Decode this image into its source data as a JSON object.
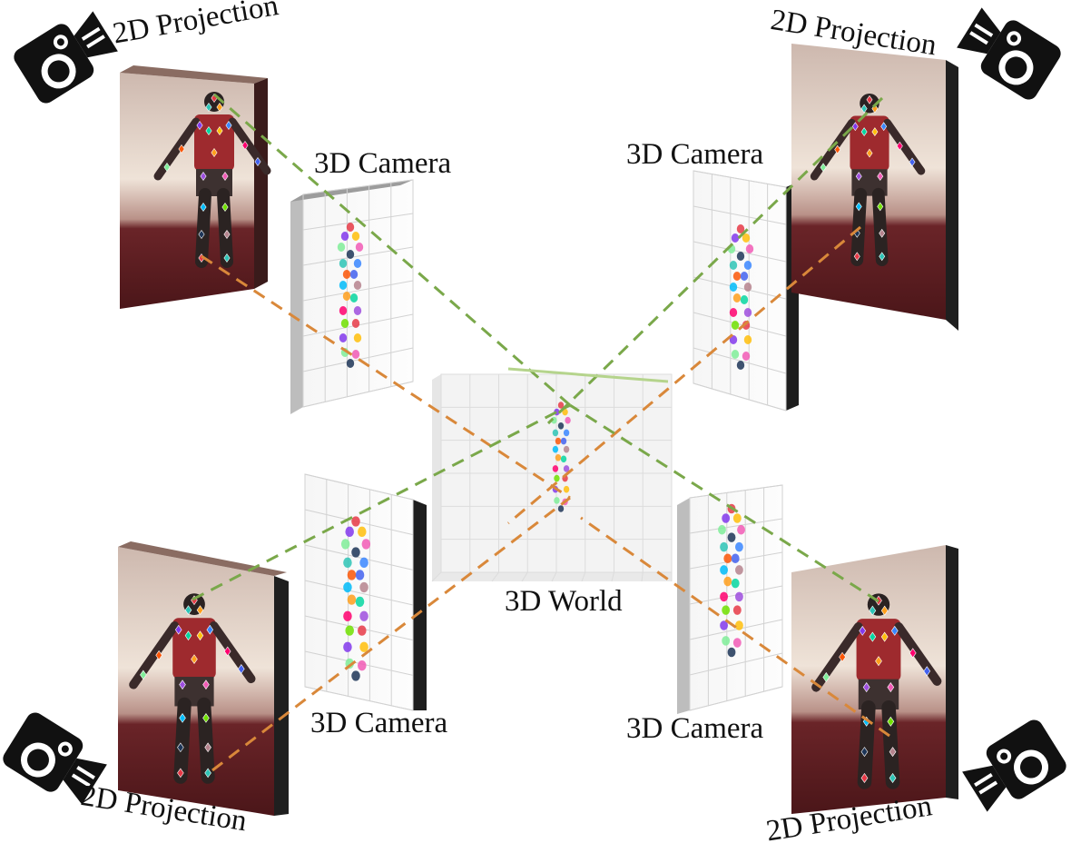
{
  "labels": {
    "projection_tl": "2D Projection",
    "projection_tr": "2D Projection",
    "projection_bl": "2D Projection",
    "projection_br": "2D Projection",
    "camera_tl": "3D Camera",
    "camera_tr": "3D Camera",
    "camera_bl": "3D Camera",
    "camera_br": "3D Camera",
    "world": "3D World"
  },
  "colors": {
    "line_green": "#7aa84a",
    "line_light_green": "#b5d48c",
    "line_orange": "#d9883a",
    "line_light_orange": "#f0b654",
    "image_floor": "#5a1f22",
    "image_wall": "#e8dcd0",
    "panel_edge": "#1e1e1e",
    "grid": "#d2d2d2"
  },
  "joint_palette": [
    "#e63946",
    "#2ec4b6",
    "#ff9f1c",
    "#8338ec",
    "#3a86ff",
    "#06d6a0",
    "#ffbe0b",
    "#fb5607",
    "#ff006e",
    "#80ed99",
    "#4361ee",
    "#9d4edd",
    "#f15bb5",
    "#00bbf9",
    "#70e000",
    "#1d3557",
    "#b5838d"
  ]
}
